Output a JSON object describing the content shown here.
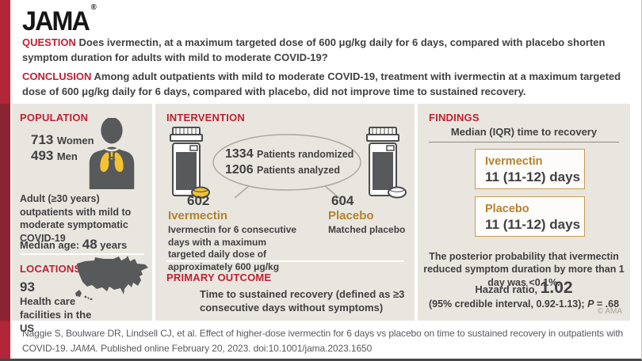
{
  "brand": {
    "logo": "JAMA",
    "registered": "®",
    "copyright": "© AMA"
  },
  "header": {
    "question_label": "QUESTION",
    "question_text": "Does ivermectin, at a maximum targeted dose of 600 μg/kg daily for 6 days, compared with placebo shorten symptom duration for adults with mild to moderate COVID-19?",
    "conclusion_label": "CONCLUSION",
    "conclusion_text": "Among adult outpatients with mild to moderate COVID-19, treatment with ivermectin at a maximum targeted dose of 600 μg/kg daily for 6 days, compared with placebo, did not improve time to sustained recovery."
  },
  "population": {
    "label": "POPULATION",
    "women_count": "713",
    "women_label": "Women",
    "men_count": "493",
    "men_label": "Men",
    "description": "Adult (≥30 years) outpatients with mild to moderate symptomatic COVID-19",
    "median_age_prefix": "Median age: ",
    "median_age_value": "48",
    "median_age_suffix": " years"
  },
  "locations": {
    "label": "LOCATIONS",
    "count": "93",
    "description": "Health care facilities in the US"
  },
  "intervention": {
    "label": "INTERVENTION",
    "randomized_count": "1334",
    "randomized_label": "Patients randomized",
    "analyzed_count": "1206",
    "analyzed_label": "Patients analyzed",
    "arm1": {
      "count": "602",
      "name": "Ivermectin",
      "description": "Ivermectin for 6 consecutive days with a maximum targeted daily dose of approximately 600 μg/kg"
    },
    "arm2": {
      "count": "604",
      "name": "Placebo",
      "description": "Matched placebo"
    }
  },
  "primary_outcome": {
    "label": "PRIMARY OUTCOME",
    "text": "Time to sustained recovery (defined as ≥3 consecutive days without symptoms)"
  },
  "findings": {
    "label": "FINDINGS",
    "subtitle": "Median (IQR) time to recovery",
    "results": [
      {
        "name": "Ivermectin",
        "value": "11 (11-12) days"
      },
      {
        "name": "Placebo",
        "value": "11 (11-12) days"
      }
    ],
    "posterior_text": "The posterior probability that ivermectin reduced symptom duration by more than 1 day was <0.1%.",
    "hazard_label": "Hazard ratio, ",
    "hazard_value": "1.02",
    "ci_text": "(95% credible interval, 0.92-1.13); ",
    "p_label": "P",
    "p_suffix": " = .68"
  },
  "footer": {
    "citation_before": "Naggie S, Boulware DR, Lindsell CJ, et al. Effect of higher-dose ivermectin for 6 days vs placebo on time to sustained recovery in outpatients with COVID-19. ",
    "citation_journal": "JAMA.",
    "citation_after": " Published online February 20, 2023. doi:10.1001/jama.2023.1650"
  },
  "colors": {
    "accent_red": "#B12638",
    "accent_maroon": "#8A2332",
    "label_red": "#C01F32",
    "panel_gray": "#E9E6DF",
    "text_dark": "#414042",
    "gold": "#B5812C",
    "gold_border": "#C99C4F",
    "pill_yellow": "#F2C230",
    "icon_gray": "#58595B"
  }
}
